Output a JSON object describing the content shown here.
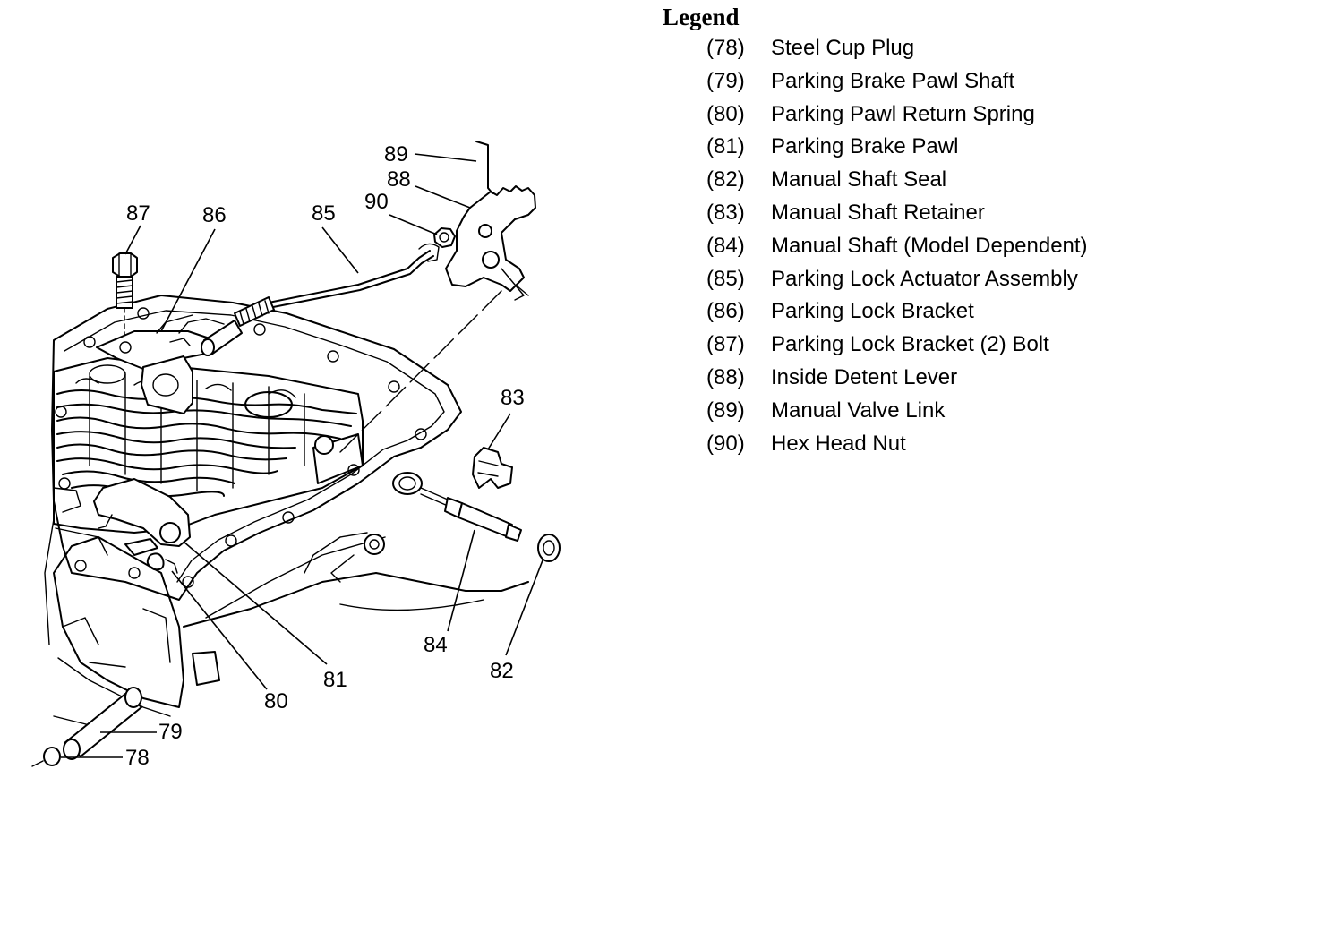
{
  "legend": {
    "title": "Legend",
    "items": [
      {
        "num": "(78)",
        "label": "Steel Cup Plug"
      },
      {
        "num": "(79)",
        "label": "Parking Brake Pawl Shaft"
      },
      {
        "num": "(80)",
        "label": "Parking Pawl Return Spring"
      },
      {
        "num": "(81)",
        "label": "Parking Brake Pawl"
      },
      {
        "num": "(82)",
        "label": "Manual Shaft Seal"
      },
      {
        "num": "(83)",
        "label": "Manual Shaft Retainer"
      },
      {
        "num": "(84)",
        "label": "Manual Shaft (Model Dependent)"
      },
      {
        "num": "(85)",
        "label": "Parking Lock Actuator Assembly"
      },
      {
        "num": "(86)",
        "label": "Parking Lock Bracket"
      },
      {
        "num": "(87)",
        "label": "Parking Lock Bracket (2) Bolt"
      },
      {
        "num": "(88)",
        "label": "Inside Detent Lever"
      },
      {
        "num": "(89)",
        "label": "Manual Valve Link"
      },
      {
        "num": "(90)",
        "label": "Hex Head Nut"
      }
    ]
  },
  "callouts": {
    "c78": "78",
    "c79": "79",
    "c80": "80",
    "c81": "81",
    "c82": "82",
    "c83": "83",
    "c84": "84",
    "c85": "85",
    "c86": "86",
    "c87": "87",
    "c88": "88",
    "c89": "89",
    "c90": "90"
  }
}
